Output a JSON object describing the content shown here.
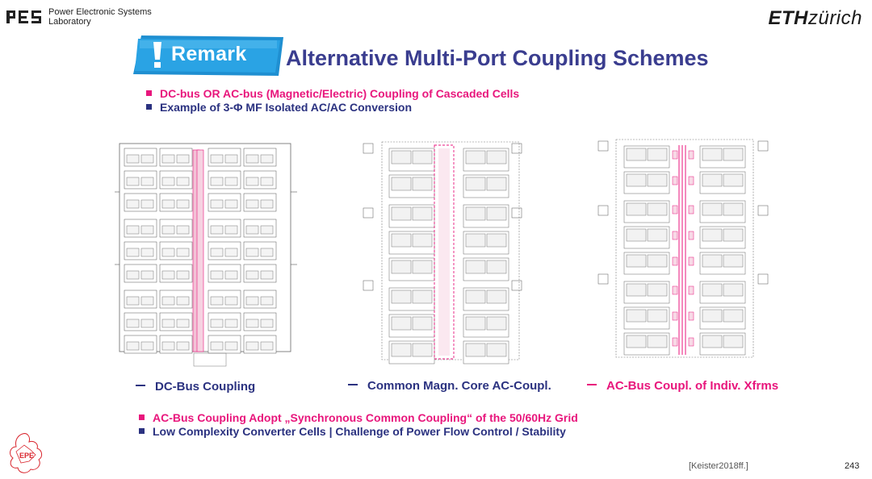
{
  "header": {
    "lab_logo": "PES",
    "lab_name_line1": "Power Electronic Systems",
    "lab_name_line2": "Laboratory",
    "university_bold": "ETH",
    "university_rest": "zürich"
  },
  "banner": {
    "label": "Remark",
    "mark": "!"
  },
  "title": "Alternative Multi-Port Coupling Schemes",
  "top_bullets": [
    {
      "text": "DC-bus  OR  AC-bus (Magnetic/Electric) Coupling of Cascaded Cells",
      "color": "#e8167c"
    },
    {
      "text": "Example of 3-Φ MF Isolated AC/AC Conversion",
      "color": "#2b3280"
    }
  ],
  "figures": [
    {
      "caption": "DC-Bus Coupling",
      "dash_color": "#2b3280"
    },
    {
      "caption": "Common Magn. Core  AC-Coupl.",
      "dash_color": "#2b3280"
    },
    {
      "caption": "AC-Bus Coupl. of Indiv. Xfrms",
      "dash_color": "#e8167c"
    }
  ],
  "bottom_bullets": [
    {
      "text": "AC-Bus Coupling Adopt „Synchronous Common Coupling“ of the 50/60Hz Grid",
      "color": "#e8167c"
    },
    {
      "text": "Low Complexity Converter Cells  |  Challenge of Power Flow Control / Stability",
      "color": "#2b3280"
    }
  ],
  "footer": {
    "citation": "[Keister2018ff.]",
    "page_number": "243",
    "corner_logo": "EPE"
  },
  "colors": {
    "accent_pink": "#e8167c",
    "navy": "#2b3280",
    "banner_blue": "#1f8fd1"
  }
}
